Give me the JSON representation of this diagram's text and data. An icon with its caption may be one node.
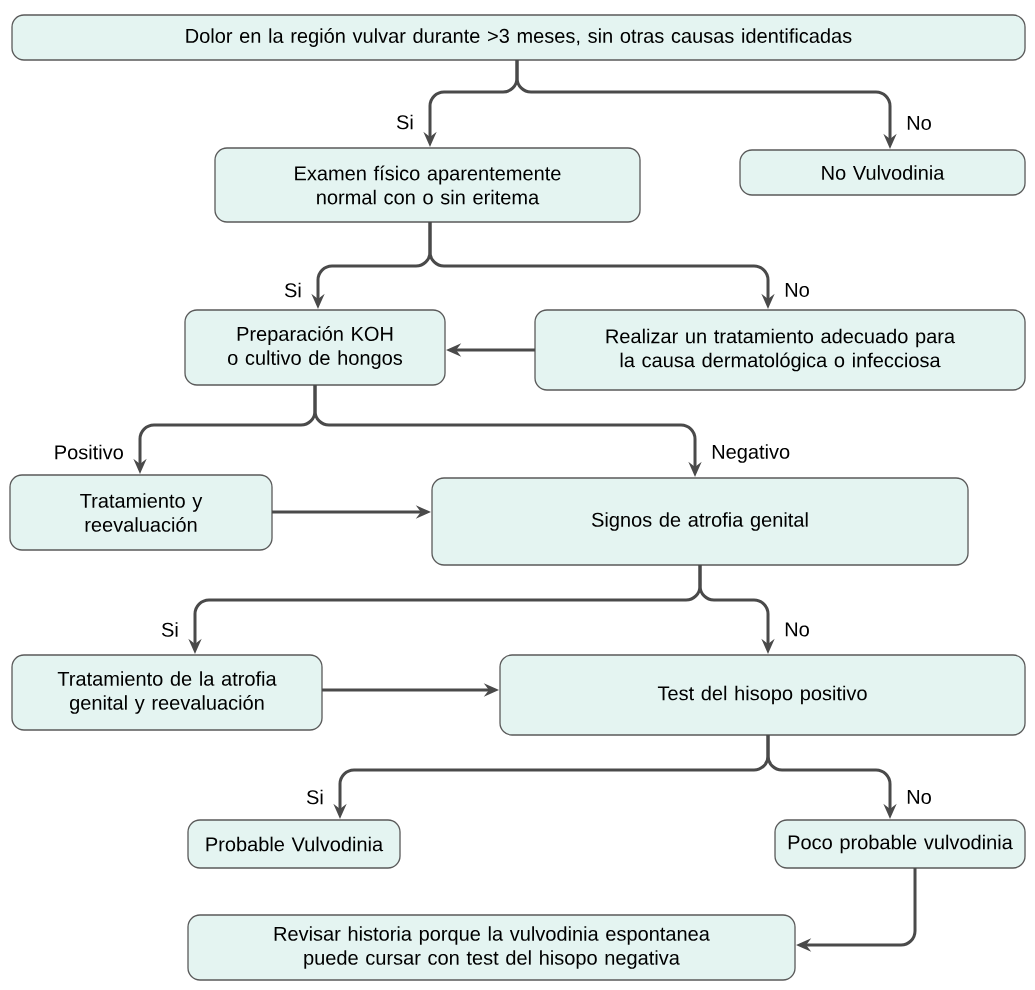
{
  "diagram": {
    "nodes": [
      {
        "text": [
          "Dolor en la región vulvar durante >3 meses, sin otras causas identificadas"
        ]
      },
      {
        "text": [
          "Examen físico aparentemente normal con o sin eritema"
        ]
      },
      {
        "text": [
          "No Vulvodinia"
        ]
      },
      {
        "text": [
          "Preparación KOH o cultivo de hongos"
        ]
      },
      {
        "text": [
          "Realizar un tratamiento adecuado para la causa dermatológica o infecciosa"
        ]
      },
      {
        "text": [
          "Tratamiento y reevaluación"
        ]
      },
      {
        "text": [
          "Signos de atrofia genital"
        ]
      },
      {
        "text": [
          "Tratamiento de la atrofia genital y reevaluación"
        ]
      },
      {
        "text": [
          "Test del hisopo positivo"
        ]
      },
      {
        "text": [
          "Probable Vulvodinia"
        ]
      },
      {
        "text": [
          "Poco probable vulvodinia"
        ]
      },
      {
        "text": [
          "Revisar historia porque la vulvodinia espontanea puede cursar con test del hisopo negativa"
        ]
      }
    ],
    "edges": [
      {
        "from": 0,
        "to": 1,
        "arrow": "to",
        "label": "Si"
      },
      {
        "from": 0,
        "to": 2,
        "arrow": "to",
        "label": "No"
      },
      {
        "from": 1,
        "to": 3,
        "arrow": "to",
        "label": "Si"
      },
      {
        "from": 1,
        "to": 4,
        "arrow": "to",
        "label": "No"
      },
      {
        "from": 4,
        "to": 3,
        "arrow": "to"
      },
      {
        "from": 3,
        "to": 5,
        "arrow": "to",
        "label": "Positivo"
      },
      {
        "from": 3,
        "to": 6,
        "arrow": "to",
        "label": "Negativo"
      },
      {
        "from": 5,
        "to": 6,
        "arrow": "to"
      },
      {
        "from": 6,
        "to": 7,
        "arrow": "to",
        "label": "Si"
      },
      {
        "from": 6,
        "to": 8,
        "arrow": "to",
        "label": "No"
      },
      {
        "from": 7,
        "to": 8,
        "arrow": "to"
      },
      {
        "from": 8,
        "to": 9,
        "arrow": "to",
        "label": "Si"
      },
      {
        "from": 8,
        "to": 10,
        "arrow": "to",
        "label": "No"
      },
      {
        "from": 10,
        "to": 11,
        "arrow": "to"
      }
    ]
  }
}
